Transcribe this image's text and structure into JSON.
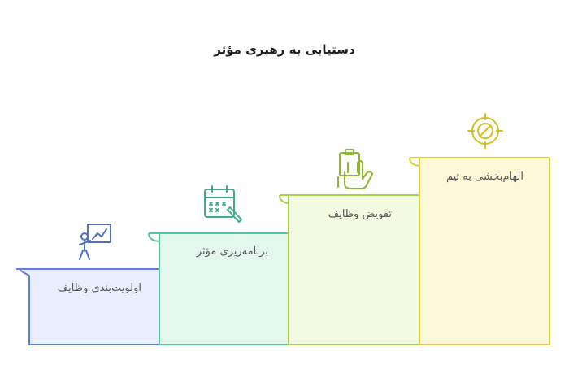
{
  "title": "دستیابی به رهبری مؤثر",
  "steps": [
    {
      "label": "اولویت‌بندی وظایف",
      "icon": "presenter-board-icon",
      "fill": "#e8eefc",
      "stroke": "#5a7fd6"
    },
    {
      "label": "برنامه‌ریزی مؤثر",
      "icon": "calendar-edit-icon",
      "fill": "#e3f7ef",
      "stroke": "#54c79b"
    },
    {
      "label": "تفویض وظایف",
      "icon": "clipboard-hand-icon",
      "fill": "#f2fbe0",
      "stroke": "#a8d04a"
    },
    {
      "label": "الهام‌بخشی به تیم",
      "icon": "target-icon",
      "fill": "#fdf8d8",
      "stroke": "#e0cf3a"
    }
  ]
}
